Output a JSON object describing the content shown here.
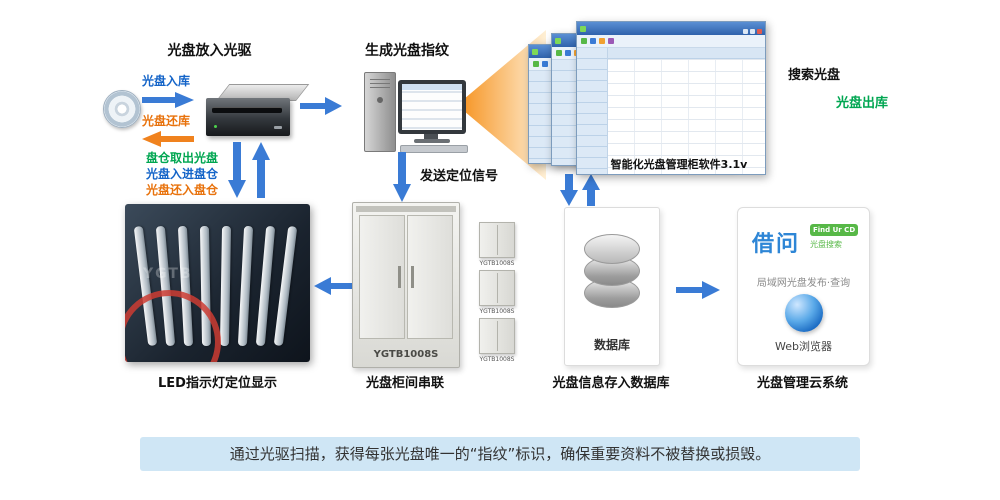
{
  "colors": {
    "blue": "#3a7bd5",
    "orange": "#f0821e",
    "text-blue": "#1464c8",
    "text-orange": "#e8720c",
    "text-green": "#00a651",
    "banner-bg": "#cfe6f5"
  },
  "top": {
    "drive_title": "光盘放入光驱",
    "disc_in_label": "光盘入库",
    "disc_return_label": "光盘还库",
    "fingerprint_title": "生成光盘指纹",
    "software_caption": "智能化光盘管理柜软件3.1v",
    "search_label": "搜索光盘",
    "disc_out_label": "光盘出库"
  },
  "middle": {
    "take_out_label": "盘仓取出光盘",
    "put_in_label": "光盘入进盘仓",
    "return_label": "光盘还入盘仓",
    "signal_label": "发送定位信号"
  },
  "bottom": {
    "led_caption": "LED指示灯定位显示",
    "led_watermark": "YGTB",
    "cabinet_model": "YGTB1008S",
    "cabinet_caption": "光盘柜间串联",
    "mini_cabinets": [
      "YGTB1008S",
      "YGTB1008S",
      "YGTB1008S"
    ],
    "db_label": "数据库",
    "db_caption": "光盘信息存入数据库",
    "cloud": {
      "logo": "借问",
      "badge": "Find Ur CD",
      "tagline": "光盘搜索",
      "line": "局域网光盘发布·查询",
      "browser": "Web浏览器"
    },
    "cloud_caption": "光盘管理云系统"
  },
  "banner": {
    "text": "通过光驱扫描，获得每张光盘唯一的“指纹”标识，确保重要资料不被替换或损毁。"
  }
}
